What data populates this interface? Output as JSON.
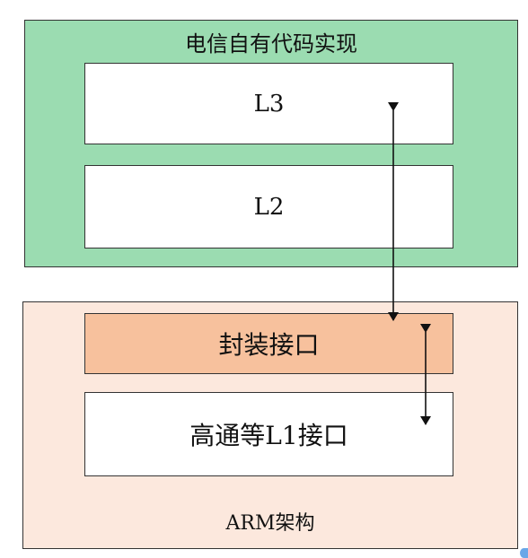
{
  "colors": {
    "telecom_fill": "#9bdcb1",
    "arm_fill": "#fce8dd",
    "wrap_fill": "#f7c19d",
    "white_fill": "#ffffff",
    "border": "#333333",
    "arrow": "#111111"
  },
  "telecom": {
    "title": "电信自有代码实现",
    "l3_label": "L3",
    "l2_label": "L2"
  },
  "arm": {
    "title": "ARM架构",
    "wrap_label": "封装接口",
    "l1_label": "高通等L1接口"
  }
}
